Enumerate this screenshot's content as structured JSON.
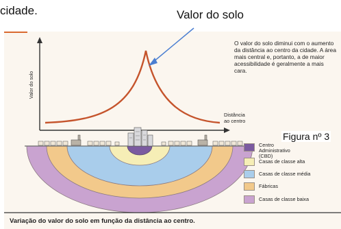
{
  "page": {
    "top_fragment": "cidade.",
    "valor_label": "Valor do solo",
    "figura_label": "Figura nº 3"
  },
  "figure": {
    "ylabel": "Valor do solo",
    "xlabel_line1": "Distância",
    "xlabel_line2": "ao centro",
    "description": "O valor do solo diminui com o aumento da distância ao centro da cidade. A área mais central e, portanto, a de maior acessibilidade é geralmente a mais cara.",
    "caption": "Variação do valor do solo em função da distância ao centro.",
    "colors": {
      "curve": "#c5542c",
      "arrow": "#4a7ed1",
      "cbd": "#7b5aa0",
      "alta": "#f6eeb6",
      "media": "#a9cdeb",
      "fabricas": "#f2c98b",
      "baixa": "#c9a3d0"
    }
  },
  "legend": [
    {
      "key": "cbd",
      "label": "Centro Administrativo (CBD)"
    },
    {
      "key": "alta",
      "label": "Casas de classe alta"
    },
    {
      "key": "media",
      "label": "Casas de classe média"
    },
    {
      "key": "fabricas",
      "label": "Fábricas"
    },
    {
      "key": "baixa",
      "label": "Casas de classe baixa"
    }
  ]
}
